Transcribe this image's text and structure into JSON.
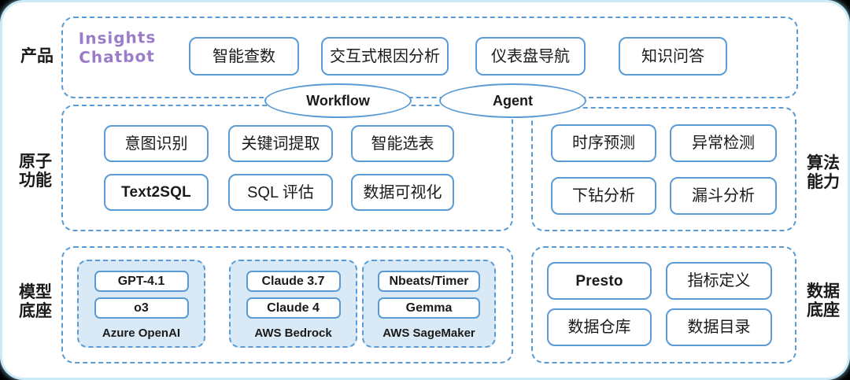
{
  "logo": {
    "line1": "Insights",
    "line2": "Chatbot"
  },
  "labels": {
    "product": "产品",
    "atomic": [
      "原子",
      "功能"
    ],
    "algo": [
      "算法",
      "能力"
    ],
    "model": [
      "模型",
      "底座"
    ],
    "data": [
      "数据",
      "底座"
    ]
  },
  "product": {
    "items": [
      "智能查数",
      "交互式根因分析",
      "仪表盘导航",
      "知识问答"
    ]
  },
  "connectors": {
    "workflow": "Workflow",
    "agent": "Agent"
  },
  "atomic": {
    "row1": [
      "意图识别",
      "关键词提取",
      "智能选表"
    ],
    "row2": [
      "Text2SQL",
      "SQL 评估",
      "数据可视化"
    ]
  },
  "algo": {
    "row1": [
      "时序预测",
      "异常检测"
    ],
    "row2": [
      "下钻分析",
      "漏斗分析"
    ]
  },
  "model": {
    "groups": [
      {
        "name": "Azure OpenAI",
        "models": [
          "GPT-4.1",
          "o3"
        ]
      },
      {
        "name": "AWS Bedrock",
        "models": [
          "Claude 3.7",
          "Claude 4"
        ]
      },
      {
        "name": "AWS SageMaker",
        "models": [
          "Nbeats/Timer",
          "Gemma"
        ]
      }
    ]
  },
  "data_base": {
    "row1": [
      "Presto",
      "指标定义"
    ],
    "row2": [
      "数据仓库",
      "数据目录"
    ]
  },
  "colors": {
    "node_border": "#5b9bd5",
    "dashed_border": "#5b9bd5",
    "group_fill": "#d9eaf6",
    "logo_purple": "#9b7cc9",
    "outer_glow": "#c9eaf6",
    "text": "#1a1a1a",
    "background": "#ffffff"
  }
}
